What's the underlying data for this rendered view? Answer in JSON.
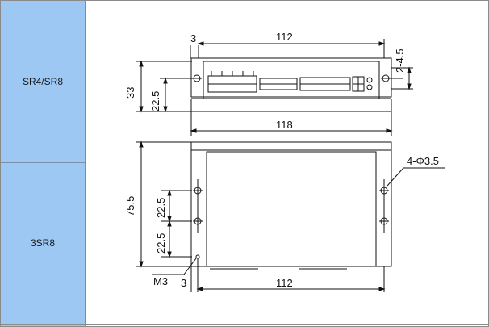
{
  "rows": [
    {
      "label": "SR4/SR8"
    },
    {
      "label": "3SR8"
    }
  ],
  "top_view": {
    "dim_top": "3",
    "dim_width_top": "112",
    "dim_hole": "2-4.5",
    "dim_height": "33",
    "dim_inner_height": "22.5",
    "dim_total_width": "118"
  },
  "bottom_view": {
    "dim_hole": "4-Φ3.5",
    "dim_height": "75.5",
    "dim_spacing_upper": "22.5",
    "dim_spacing_lower": "22.5",
    "screw_label": "M3",
    "dim_offset": "3",
    "dim_width": "112"
  }
}
